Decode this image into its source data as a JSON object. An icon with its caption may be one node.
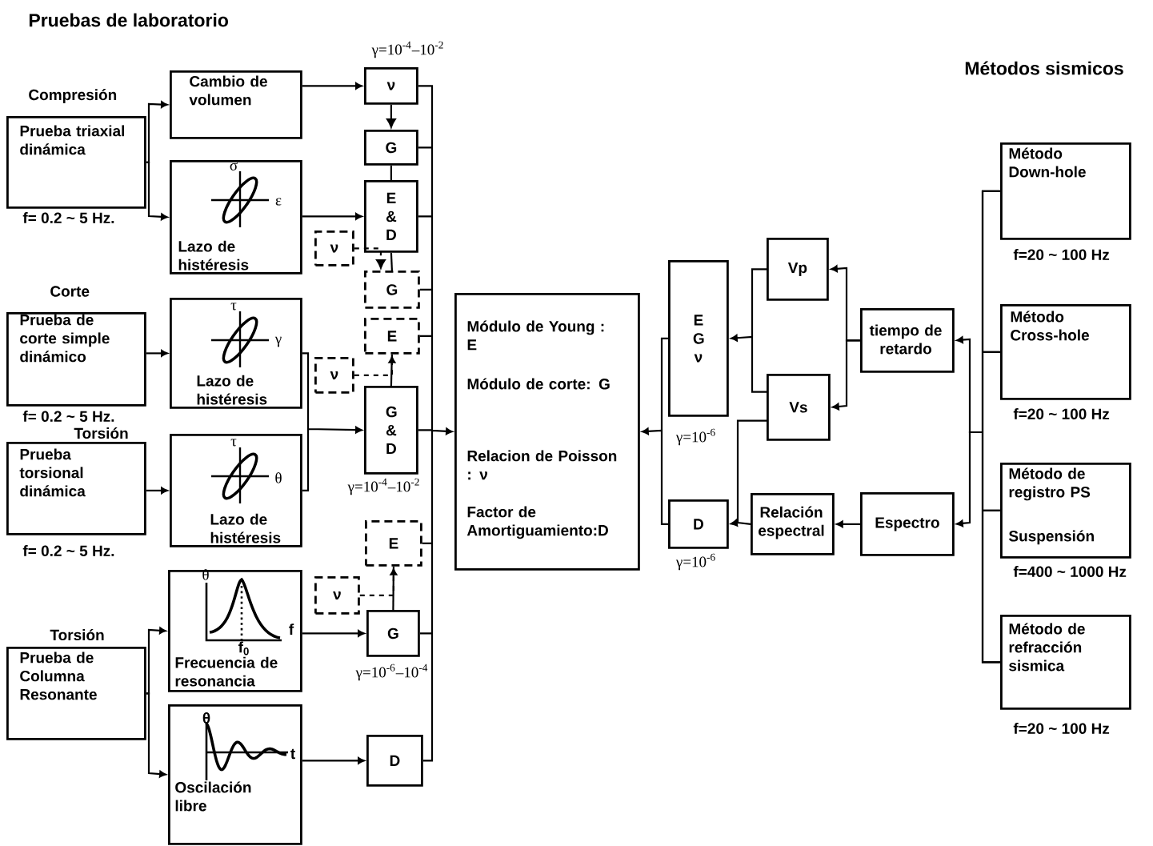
{
  "diagram": {
    "title": "Pruebas de laboratorio",
    "nodes": [
      {
        "text": [
          "Prueba triaxial dinámica"
        ],
        "beside": [
          "Compresión",
          "f= 0.2 ~ 5 Hz."
        ]
      },
      {
        "text": [
          "Cambio de volumen"
        ]
      },
      {
        "text": [
          "Lazo de histéresis"
        ]
      },
      {
        "text": [
          "ν"
        ]
      },
      {
        "text": [
          "G"
        ]
      },
      {
        "text": [
          "E & D"
        ]
      },
      {
        "text": [
          "ν"
        ]
      },
      {
        "text": [
          "G"
        ]
      },
      {
        "text": [
          "Prueba de corte simple dinámico"
        ],
        "beside": [
          "Corte",
          "f= 0.2 ~ 5 Hz."
        ]
      },
      {
        "text": [
          "Lazo de histéresis"
        ]
      },
      {
        "text": [
          "E"
        ]
      },
      {
        "text": [
          "ν"
        ]
      },
      {
        "text": [
          "G & D"
        ]
      },
      {
        "text": [
          "Prueba torsional dinámica"
        ],
        "beside": [
          "Torsión",
          "f= 0.2 ~ 5 Hz."
        ]
      },
      {
        "text": [
          "Lazo de histéresis"
        ]
      },
      {
        "text": [
          "E"
        ]
      },
      {
        "text": [
          "ν"
        ]
      },
      {
        "text": [
          "G"
        ]
      },
      {
        "text": [
          "Prueba de Columna Resonante"
        ],
        "beside": [
          "Torsión"
        ]
      },
      {
        "text": [
          "Frecuencia de resonancia"
        ]
      },
      {
        "text": [
          "Oscilación libre"
        ]
      },
      {
        "text": [
          "D"
        ]
      },
      {
        "text": [
          "Módulo de Young : E",
          "Módulo de corte: G",
          "Relacion de Poisson : ν",
          "Factor de Amortiguamiento:D"
        ]
      },
      {
        "text": [
          "E G ν"
        ],
        "beside": [
          "γ=10$^{-6}$"
        ]
      },
      {
        "text": [
          "D"
        ],
        "beside": [
          "γ=10$^{-6}$"
        ]
      },
      {
        "text": [
          "Vp"
        ]
      },
      {
        "text": [
          "Vs"
        ]
      },
      {
        "text": [
          "tiempo de retardo"
        ]
      },
      {
        "text": [
          "Relación espectral"
        ]
      },
      {
        "text": [
          "Espectro"
        ]
      },
      {
        "text": [
          "Método Down-hole"
        ],
        "beside": [
          "f=20 ~ 100 Hz"
        ]
      },
      {
        "text": [
          "Método Cross-hole"
        ],
        "beside": [
          "f=20 ~ 100 Hz"
        ]
      },
      {
        "text": [
          "Método de registro PS",
          "Suspensión"
        ],
        "beside": [
          "f=400 ~ 1000 Hz"
        ]
      },
      {
        "text": [
          "Método de refracción sismica"
        ],
        "beside": [
          "f=20 ~ 100 Hz"
        ]
      }
    ],
    "edges": [
      {
        "from": 0,
        "to": 1,
        "arrow": "to"
      },
      {
        "from": 0,
        "to": 2,
        "arrow": "to"
      },
      {
        "from": 1,
        "to": 3,
        "arrow": "to"
      },
      {
        "from": 2,
        "to": 5,
        "arrow": "to"
      },
      {
        "from": 3,
        "to": 4,
        "arrow": "to"
      },
      {
        "from": 4,
        "to": 5,
        "arrow": "none"
      },
      {
        "from": 5,
        "to": 7,
        "arrow": "none"
      },
      {
        "from": 6,
        "to": 7,
        "arrow": "to",
        "style": "dashed"
      },
      {
        "from": 8,
        "to": 9,
        "arrow": "to"
      },
      {
        "from": 9,
        "to": 12,
        "arrow": "to"
      },
      {
        "from": 11,
        "to": 10,
        "arrow": "to",
        "style": "dashed"
      },
      {
        "from": 10,
        "to": 12,
        "arrow": "none"
      },
      {
        "from": 13,
        "to": 14,
        "arrow": "to"
      },
      {
        "from": 14,
        "to": 12,
        "arrow": "to"
      },
      {
        "from": 16,
        "to": 15,
        "arrow": "to",
        "style": "dashed"
      },
      {
        "from": 15,
        "to": 17,
        "arrow": "none"
      },
      {
        "from": 18,
        "to": 19,
        "arrow": "to"
      },
      {
        "from": 18,
        "to": 20,
        "arrow": "to"
      },
      {
        "from": 19,
        "to": 17,
        "arrow": "to"
      },
      {
        "from": 20,
        "to": 21,
        "arrow": "to"
      },
      {
        "from": 3,
        "to": 22,
        "arrow": "to"
      },
      {
        "from": 4,
        "to": 22,
        "arrow": "to"
      },
      {
        "from": 5,
        "to": 22,
        "arrow": "to"
      },
      {
        "from": 7,
        "to": 22,
        "arrow": "to"
      },
      {
        "from": 10,
        "to": 22,
        "arrow": "to"
      },
      {
        "from": 12,
        "to": 22,
        "arrow": "to"
      },
      {
        "from": 15,
        "to": 22,
        "arrow": "to"
      },
      {
        "from": 17,
        "to": 22,
        "arrow": "to"
      },
      {
        "from": 21,
        "to": 22,
        "arrow": "to"
      },
      {
        "from": 23,
        "to": 22,
        "arrow": "to"
      },
      {
        "from": 24,
        "to": 22,
        "arrow": "to"
      },
      {
        "from": 25,
        "to": 23,
        "arrow": "to"
      },
      {
        "from": 26,
        "to": 23,
        "arrow": "to"
      },
      {
        "from": 26,
        "to": 24,
        "arrow": "to"
      },
      {
        "from": 28,
        "to": 24,
        "arrow": "to"
      },
      {
        "from": 27,
        "to": 25,
        "arrow": "to"
      },
      {
        "from": 27,
        "to": 26,
        "arrow": "to"
      },
      {
        "from": 29,
        "to": 28,
        "arrow": "to"
      },
      {
        "from": 30,
        "to": 27,
        "arrow": "to"
      },
      {
        "from": 31,
        "to": 27,
        "arrow": "to"
      },
      {
        "from": 32,
        "to": 27,
        "arrow": "to"
      },
      {
        "from": 33,
        "to": 27,
        "arrow": "to"
      },
      {
        "from": 30,
        "to": 29,
        "arrow": "to"
      },
      {
        "from": 31,
        "to": 29,
        "arrow": "to"
      },
      {
        "from": 32,
        "to": 29,
        "arrow": "to"
      },
      {
        "from": 33,
        "to": 29,
        "arrow": "to"
      }
    ],
    "labels": [
      "Métodos sismicos",
      "γ=10$^{-4}$–10$^{-2}$",
      "σ",
      "ε",
      "τ",
      "γ",
      "τ",
      "θ",
      "γ=10$^{-4}$–10$^{-2}$",
      "θ",
      "f",
      "f$_{0}$",
      "γ=10$^{-6}$–10$^{-4}$",
      "θ",
      "t"
    ]
  }
}
